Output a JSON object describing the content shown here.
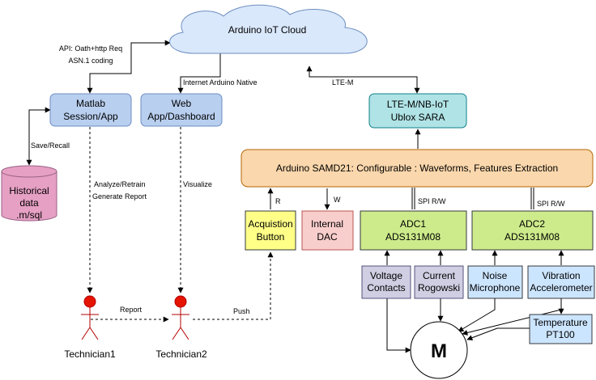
{
  "nodes": {
    "cloud": {
      "label": "Arduino IoT Cloud",
      "fill": "#dae8fc",
      "stroke": "#6c8ebf"
    },
    "matlab": {
      "line1": "Matlab",
      "line2": "Session/App",
      "fill": "#b9cff0",
      "stroke": "#6c8ebf"
    },
    "web": {
      "line1": "Web",
      "line2": "App/Dashboard",
      "fill": "#b9cff0",
      "stroke": "#6c8ebf"
    },
    "lte": {
      "line1": "LTE-M/NB-IoT",
      "line2": "Ublox SARA",
      "fill": "#b0e3e6",
      "stroke": "#0e8088"
    },
    "samd": {
      "label": "Arduino SAMD21: Configurable : Waveforms, Features Extraction",
      "fill": "#fad7ac",
      "stroke": "#b46504"
    },
    "historical": {
      "line1": "Historical",
      "line2": "data",
      "line3": ".m/sql",
      "fill": "#e6a0c4",
      "stroke": "#996185"
    },
    "button": {
      "line1": "Acquistion",
      "line2": "Button",
      "fill": "#ffff88",
      "stroke": "#36393d"
    },
    "dac": {
      "line1": "Internal",
      "line2": "DAC",
      "fill": "#f8cecc",
      "stroke": "#b85450"
    },
    "adc1": {
      "line1": "ADC1",
      "line2": "ADS131M08",
      "fill": "#cdeb8b",
      "stroke": "#36393d"
    },
    "adc2": {
      "line1": "ADC2",
      "line2": "ADS131M08",
      "fill": "#cdeb8b",
      "stroke": "#36393d"
    },
    "voltage": {
      "line1": "Voltage",
      "line2": "Contacts",
      "fill": "#d0cee2",
      "stroke": "#56517e"
    },
    "current": {
      "line1": "Current",
      "line2": "Rogowski",
      "fill": "#d0cee2",
      "stroke": "#56517e"
    },
    "noise": {
      "line1": "Noise",
      "line2": "Microphone",
      "fill": "#cce5ff",
      "stroke": "#36393d"
    },
    "vibration": {
      "line1": "Vibration",
      "line2": "Accelerometer",
      "fill": "#cce5ff",
      "stroke": "#36393d"
    },
    "temperature": {
      "line1": "Temperature",
      "line2": "PT100",
      "fill": "#cce5ff",
      "stroke": "#36393d"
    },
    "motor": {
      "label": "M"
    },
    "technician1": {
      "label": "Technician1",
      "head": "#e51400",
      "stroke": "#b20000"
    },
    "technician2": {
      "label": "Technician2",
      "head": "#e51400",
      "stroke": "#b20000"
    }
  },
  "edge_labels": {
    "api_line1": "API: Oath+http Req",
    "api_line2": "ASN.1 coding",
    "internet": "Internet Arduino Native",
    "ltem": "LTE-M",
    "save": "Save/Recall",
    "analyze_line1": "Analyze/Retrain",
    "analyze_line2": "Generate Report",
    "visualize": "Visualize",
    "report": "Report",
    "push": "Push",
    "r": "R",
    "w": "W",
    "spi1": "SPI R/W",
    "spi2": "SPI R/W"
  }
}
